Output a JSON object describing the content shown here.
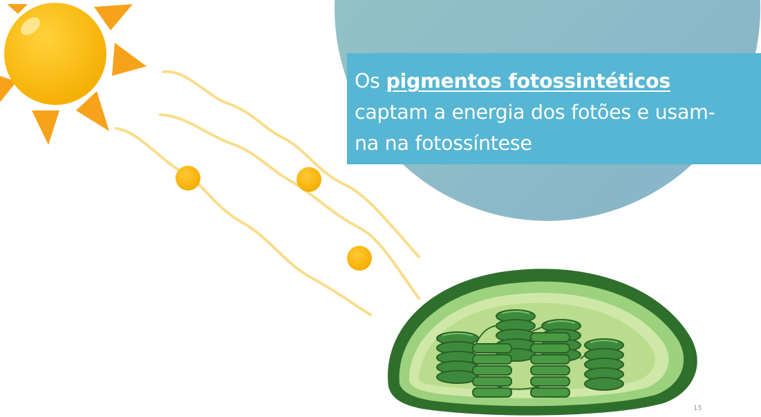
{
  "slide": {
    "callout": {
      "prefix": "Os ",
      "emphasis": "pigmentos fotossintéticos",
      "line2": "captam a energia dos fotões e usam-",
      "line3": "na na fotossíntese"
    },
    "slide_number": "15"
  },
  "colors": {
    "background_circle": "#8fbfc6",
    "callout_box": "#56b6d3",
    "sun": "#f7b500",
    "sun_rays": "#f7a21b",
    "light_waves": "#f9dd8a",
    "photons": "#f7b500",
    "chloroplast_outer": "#2e6e2b",
    "chloroplast_inner": "#a8d68a",
    "thylakoid": "#3e8a3c"
  },
  "icons": [
    "sun-icon",
    "photon-icon",
    "chloroplast-illustration"
  ]
}
